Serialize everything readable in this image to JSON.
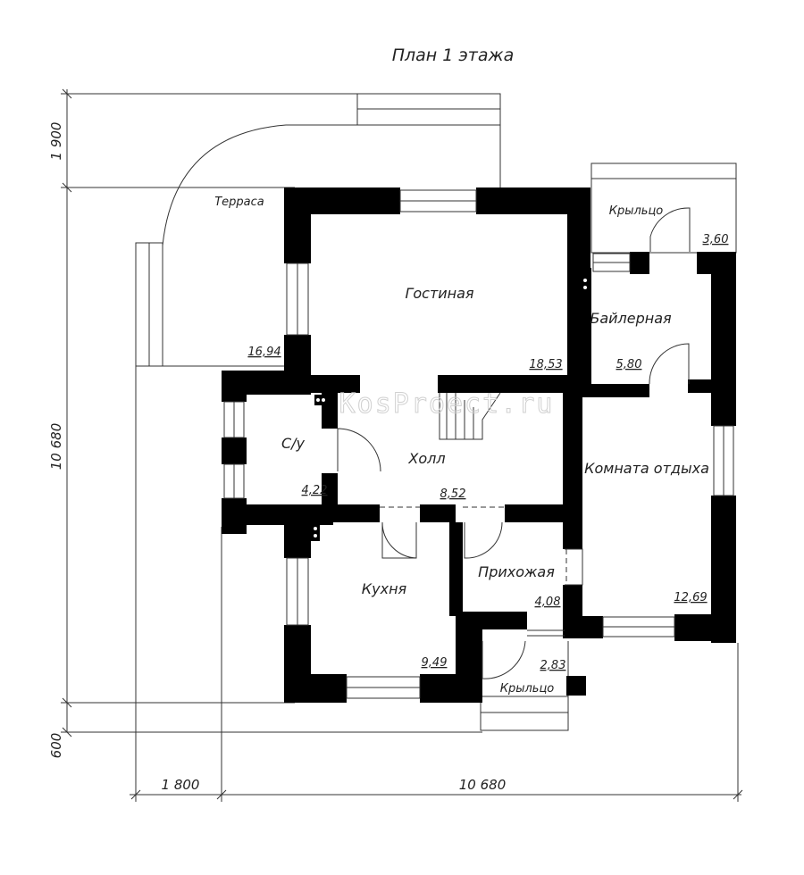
{
  "plan": {
    "title": "План 1 этажа",
    "watermark": "KosProect.ru",
    "rooms": [
      {
        "name": "Терраса",
        "area": "16,94"
      },
      {
        "name": "Гостиная",
        "area": "18,53"
      },
      {
        "name": "Крыльцо",
        "area": "3,60"
      },
      {
        "name": "Байлерная",
        "area": "5,80"
      },
      {
        "name": "С/у",
        "area": "4,22"
      },
      {
        "name": "Холл",
        "area": "8,52"
      },
      {
        "name": "Комната отдыха",
        "area": "12,69"
      },
      {
        "name": "Кухня",
        "area": "9,49"
      },
      {
        "name": "Прихожая",
        "area": "4,08"
      },
      {
        "name": "Крыльцо",
        "area": "2,83"
      }
    ],
    "dimensions": {
      "left_top": "1 900",
      "left_main": "10 680",
      "left_bottom": "600",
      "bottom_left": "1 800",
      "bottom_main": "10 680"
    },
    "colors": {
      "wall": "#000000",
      "line": "#333333"
    }
  }
}
